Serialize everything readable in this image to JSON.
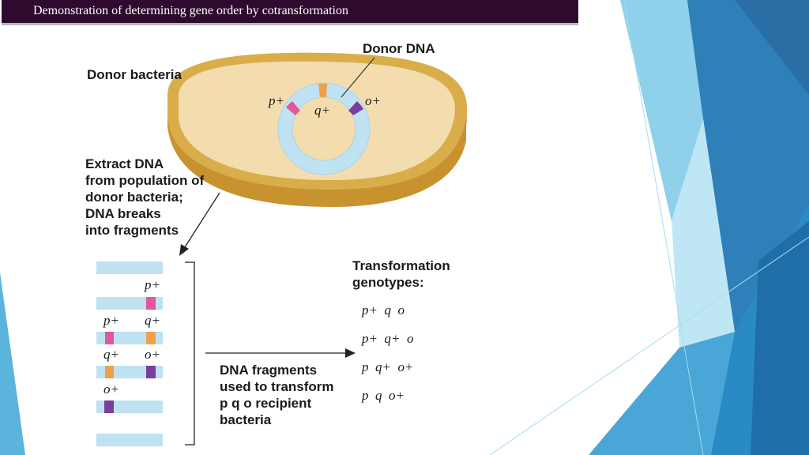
{
  "slide": {
    "title": "Demonstration of determining gene order by cotransformation"
  },
  "diagram": {
    "donor_bacteria_label": "Donor bacteria",
    "donor_dna_label": "Donor DNA",
    "plasmid_markers": {
      "p": "p+",
      "q": "q+",
      "o": "o+"
    },
    "extract_lines": [
      "Extract DNA",
      "from population of",
      "donor bacteria;",
      "DNA breaks",
      "into fragments"
    ],
    "fragments": [
      {
        "labels": []
      },
      {
        "labels": [
          "p+"
        ]
      },
      {
        "labels": [
          "p+",
          "q+"
        ]
      },
      {
        "labels": [
          "q+",
          "o+"
        ]
      },
      {
        "labels": [
          "o+"
        ]
      },
      {
        "labels": []
      }
    ],
    "fragment_note_lines": [
      "DNA fragments",
      "used to transform",
      "p q o recipient",
      "bacteria"
    ],
    "genotypes_title_lines": [
      "Transformation",
      "genotypes:"
    ],
    "genotypes": [
      "p+  q  o",
      "p+  q+  o",
      "p  q+  o+",
      "p  q  o+"
    ],
    "colors": {
      "p": "#e0579a",
      "q": "#f0a04a",
      "o": "#7a3f9a",
      "dna": "#bfe2f2",
      "cell_fill": "#f3dcae",
      "cell_rim": "#d9ad4a",
      "title_bar": "#2e0a2e"
    }
  }
}
